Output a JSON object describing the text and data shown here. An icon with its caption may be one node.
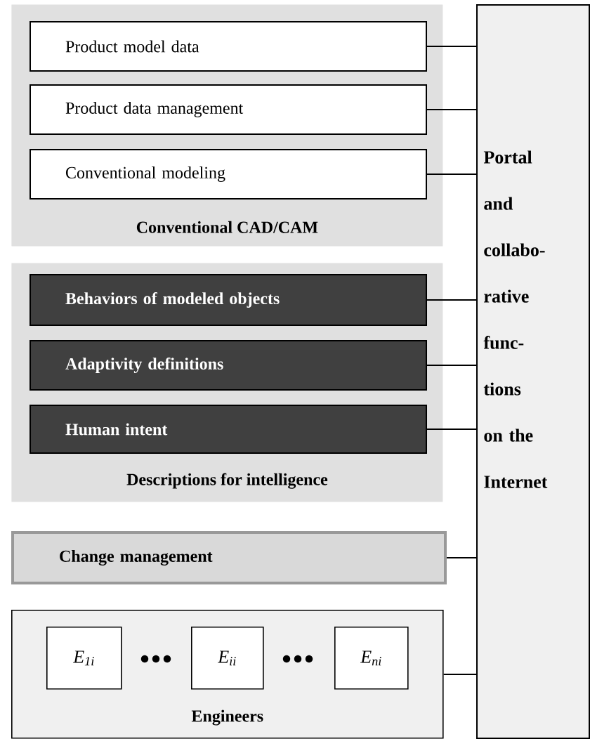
{
  "diagram": {
    "nodes": [
      {
        "text": [
          "Conventional CAD/CAM"
        ]
      },
      {
        "text": [
          "Product model data"
        ],
        "in": 0
      },
      {
        "text": [
          "Product data management"
        ],
        "in": 0
      },
      {
        "text": [
          "Conventional modeling"
        ],
        "in": 0
      },
      {
        "text": [
          "Descriptions for intelligence"
        ]
      },
      {
        "text": [
          "Behaviors of modeled objects"
        ],
        "in": 4
      },
      {
        "text": [
          "Adaptivity definitions"
        ],
        "in": 4
      },
      {
        "text": [
          "Human  intent"
        ],
        "in": 4
      },
      {
        "text": [
          "Change management"
        ]
      },
      {
        "text": [
          "Engineers"
        ]
      },
      {
        "text": [
          "E$_{1i}$"
        ],
        "in": 9
      },
      {
        "text": [
          "E$_{ii}$"
        ],
        "in": 9
      },
      {
        "text": [
          "E$_{ni}$"
        ],
        "in": 9
      },
      {
        "text": [
          "Portal and collabo-rative func-tions on the Internet"
        ]
      }
    ],
    "edges": [
      {
        "from": 1,
        "to": 13,
        "arrow": "none"
      },
      {
        "from": 2,
        "to": 13,
        "arrow": "none"
      },
      {
        "from": 3,
        "to": 13,
        "arrow": "none"
      },
      {
        "from": 5,
        "to": 13,
        "arrow": "none"
      },
      {
        "from": 6,
        "to": 13,
        "arrow": "none"
      },
      {
        "from": 7,
        "to": 13,
        "arrow": "none"
      },
      {
        "from": 8,
        "to": 13,
        "arrow": "none"
      },
      {
        "from": 9,
        "to": 13,
        "arrow": "none"
      }
    ]
  }
}
